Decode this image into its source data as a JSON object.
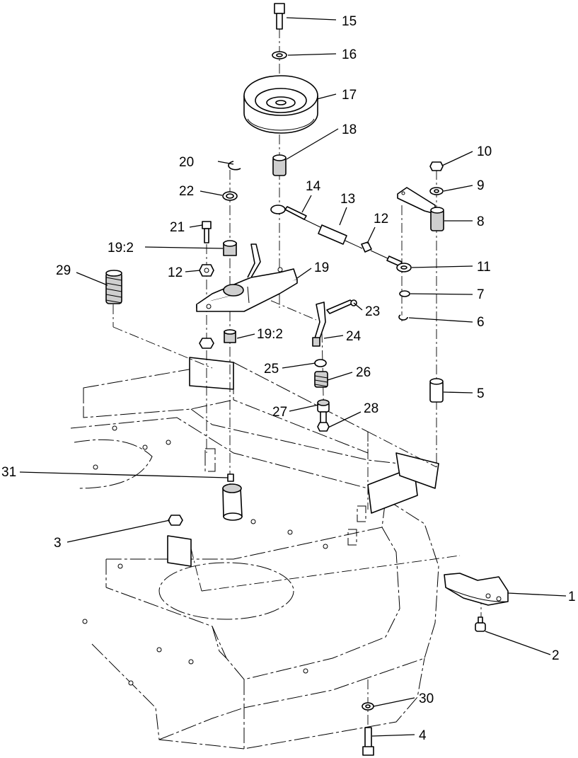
{
  "callouts": {
    "c1": "1",
    "c2": "2",
    "c3": "3",
    "c4": "4",
    "c5": "5",
    "c6": "6",
    "c7": "7",
    "c8": "8",
    "c9": "9",
    "c10": "10",
    "c11": "11",
    "c12a": "12",
    "c12b": "12",
    "c13": "13",
    "c14": "14",
    "c15": "15",
    "c16": "16",
    "c17": "17",
    "c18": "18",
    "c19": "19",
    "c19_2a": "19:2",
    "c19_2b": "19:2",
    "c20": "20",
    "c21": "21",
    "c22": "22",
    "c23": "23",
    "c24": "24",
    "c25": "25",
    "c26": "26",
    "c27": "27",
    "c28": "28",
    "c29": "29",
    "c30": "30",
    "c31": "31"
  },
  "colors": {
    "line": "#000000",
    "background": "#ffffff",
    "shade": "#cfcfcf"
  }
}
